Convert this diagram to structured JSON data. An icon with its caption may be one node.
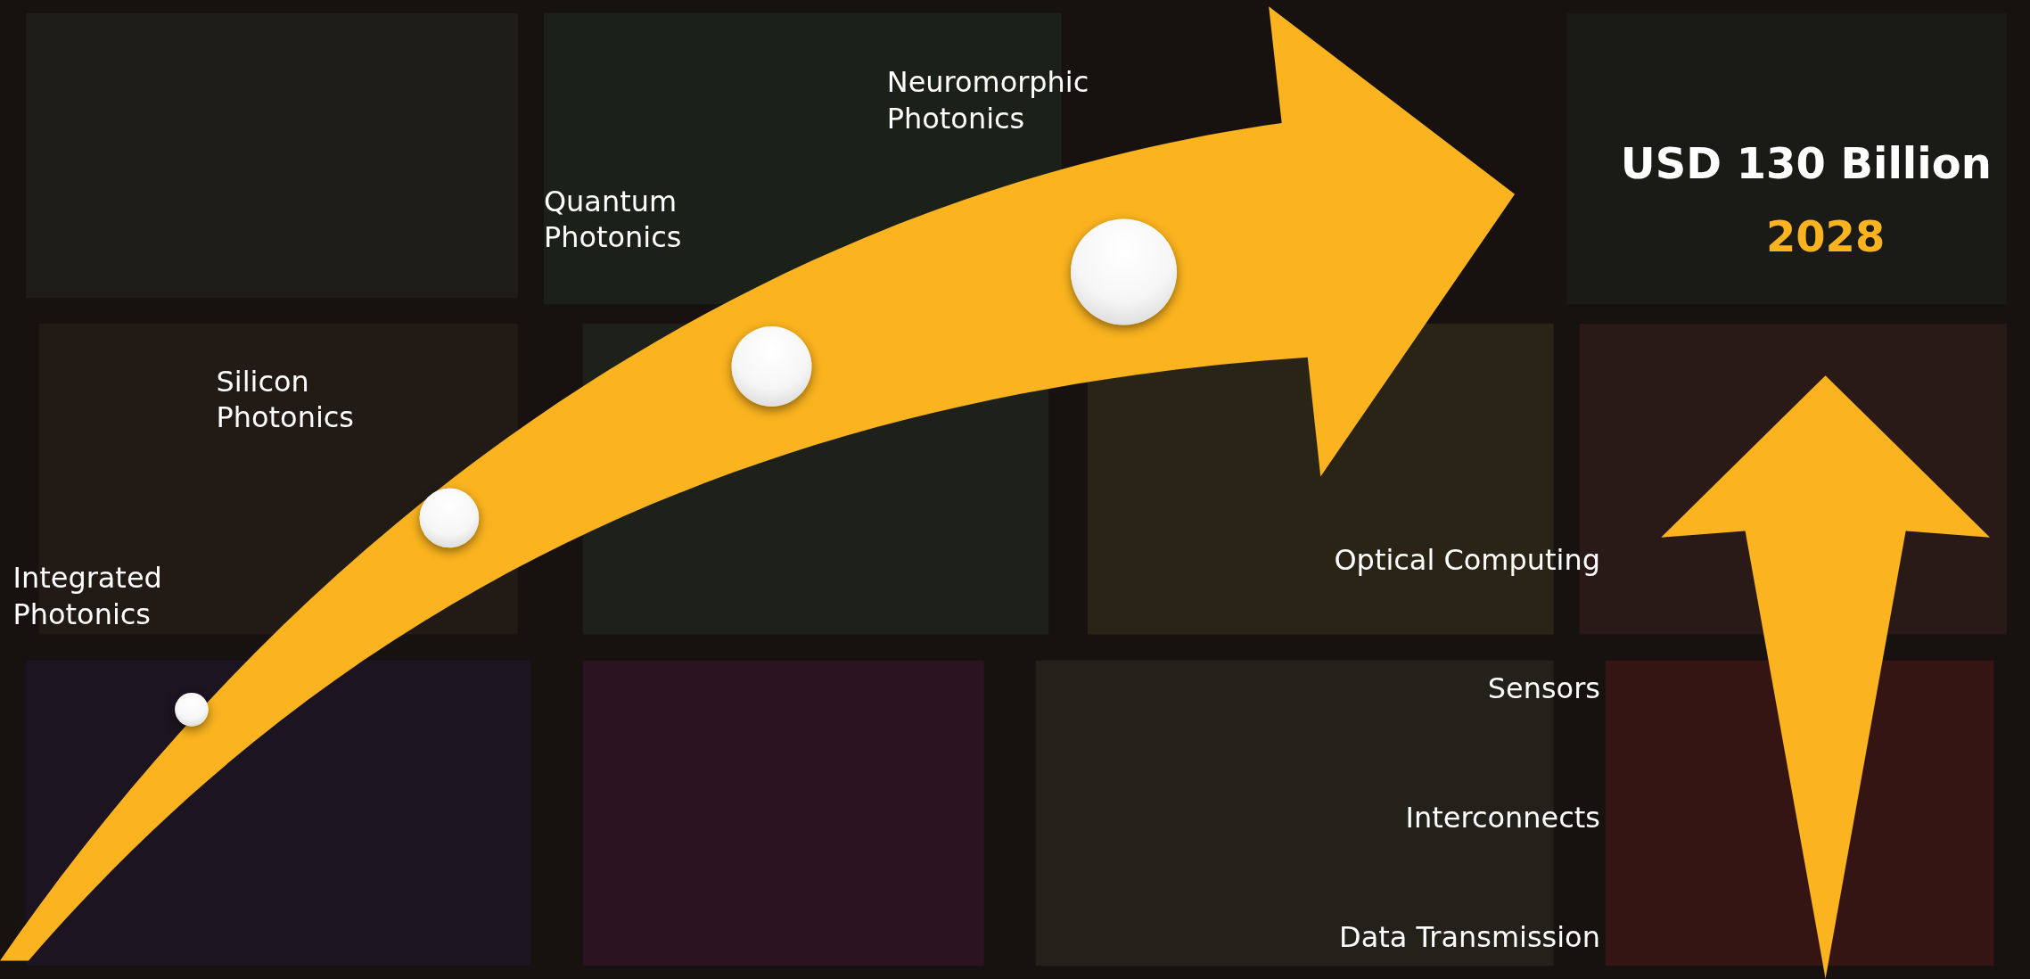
{
  "diagram": {
    "nodes": [
      {
        "text": [],
        "shape": "circle",
        "beside": [
          "Integrated Photonics"
        ]
      },
      {
        "text": [],
        "shape": "circle",
        "beside": [
          "Silicon Photonics"
        ]
      },
      {
        "text": [],
        "shape": "circle",
        "beside": [
          "Quantum Photonics"
        ]
      },
      {
        "text": [],
        "shape": "circle",
        "beside": [
          "Neuromorphic Photonics"
        ]
      }
    ],
    "labels": [
      "USD 130 Billion",
      "2028",
      "Optical Computing",
      "Sensors",
      "Interconnects",
      "Data Transmission"
    ]
  }
}
